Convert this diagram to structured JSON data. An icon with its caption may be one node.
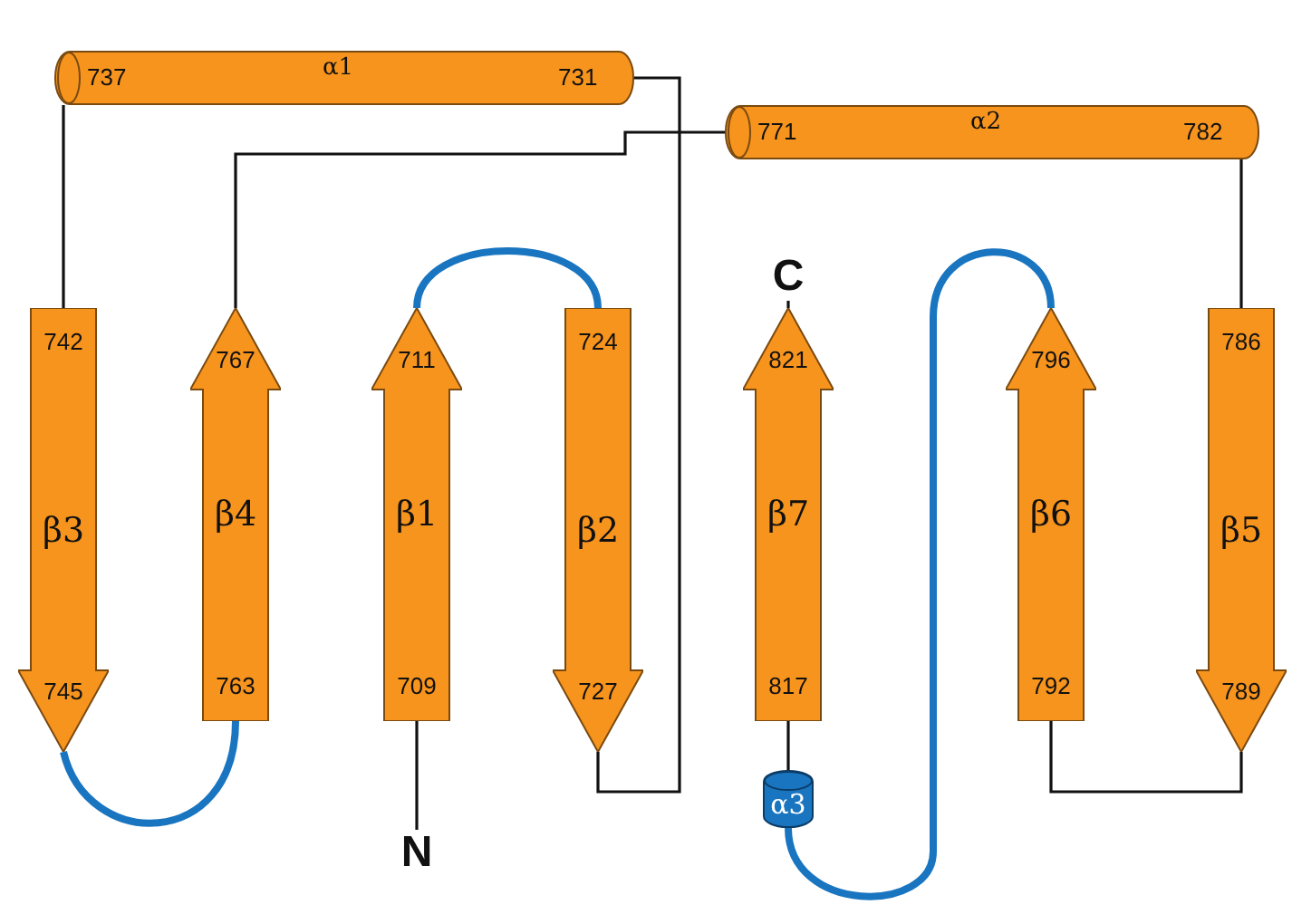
{
  "diagram": {
    "nodes": [
      {
        "text": [
          "737",
          "α1",
          "731"
        ]
      },
      {
        "text": [
          "771",
          "α2",
          "782"
        ]
      },
      {
        "text": [
          "C"
        ]
      },
      {
        "text": [
          "742",
          "β3",
          "745"
        ]
      },
      {
        "text": [
          "767",
          "β4",
          "763"
        ]
      },
      {
        "text": [
          "711",
          "β1",
          "709"
        ]
      },
      {
        "text": [
          "724",
          "β2",
          "727"
        ]
      },
      {
        "text": [
          "821",
          "β7",
          "817"
        ]
      },
      {
        "text": [
          "796",
          "β6",
          "792"
        ]
      },
      {
        "text": [
          "786",
          "β5",
          "789"
        ]
      },
      {
        "text": [
          "N"
        ]
      },
      {
        "text": [
          "α3"
        ]
      }
    ],
    "edges": [
      {
        "from": 10,
        "to": 5,
        "arrow": "none"
      },
      {
        "from": 5,
        "to": 6,
        "arrow": "none",
        "style": "thick",
        "color": "#1a75c0"
      },
      {
        "from": 6,
        "to": 0,
        "arrow": "none"
      },
      {
        "from": 0,
        "to": 3,
        "arrow": "none"
      },
      {
        "from": 3,
        "to": 4,
        "arrow": "none",
        "style": "thick",
        "color": "#1a75c0"
      },
      {
        "from": 4,
        "to": 1,
        "arrow": "none"
      },
      {
        "from": 1,
        "to": 9,
        "arrow": "none"
      },
      {
        "from": 9,
        "to": 8,
        "arrow": "none"
      },
      {
        "from": 8,
        "to": 11,
        "arrow": "none",
        "style": "thick",
        "color": "#1a75c0"
      },
      {
        "from": 11,
        "to": 7,
        "arrow": "none"
      },
      {
        "from": 7,
        "to": 2,
        "arrow": "none"
      }
    ]
  }
}
